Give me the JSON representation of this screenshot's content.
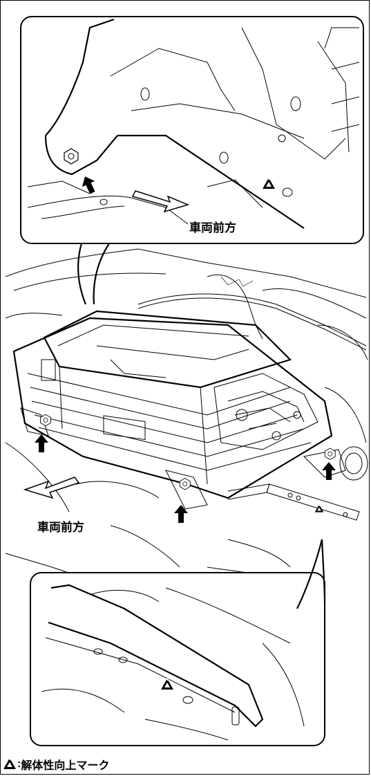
{
  "labels": {
    "vehicle_front_top": "車両前方",
    "vehicle_front_middle": "車両前方"
  },
  "legend": {
    "separator": ":",
    "text": "解体性向上マーク",
    "icon": "recycle-triangle-icon"
  },
  "colors": {
    "line": "#000000",
    "background": "#ffffff"
  }
}
